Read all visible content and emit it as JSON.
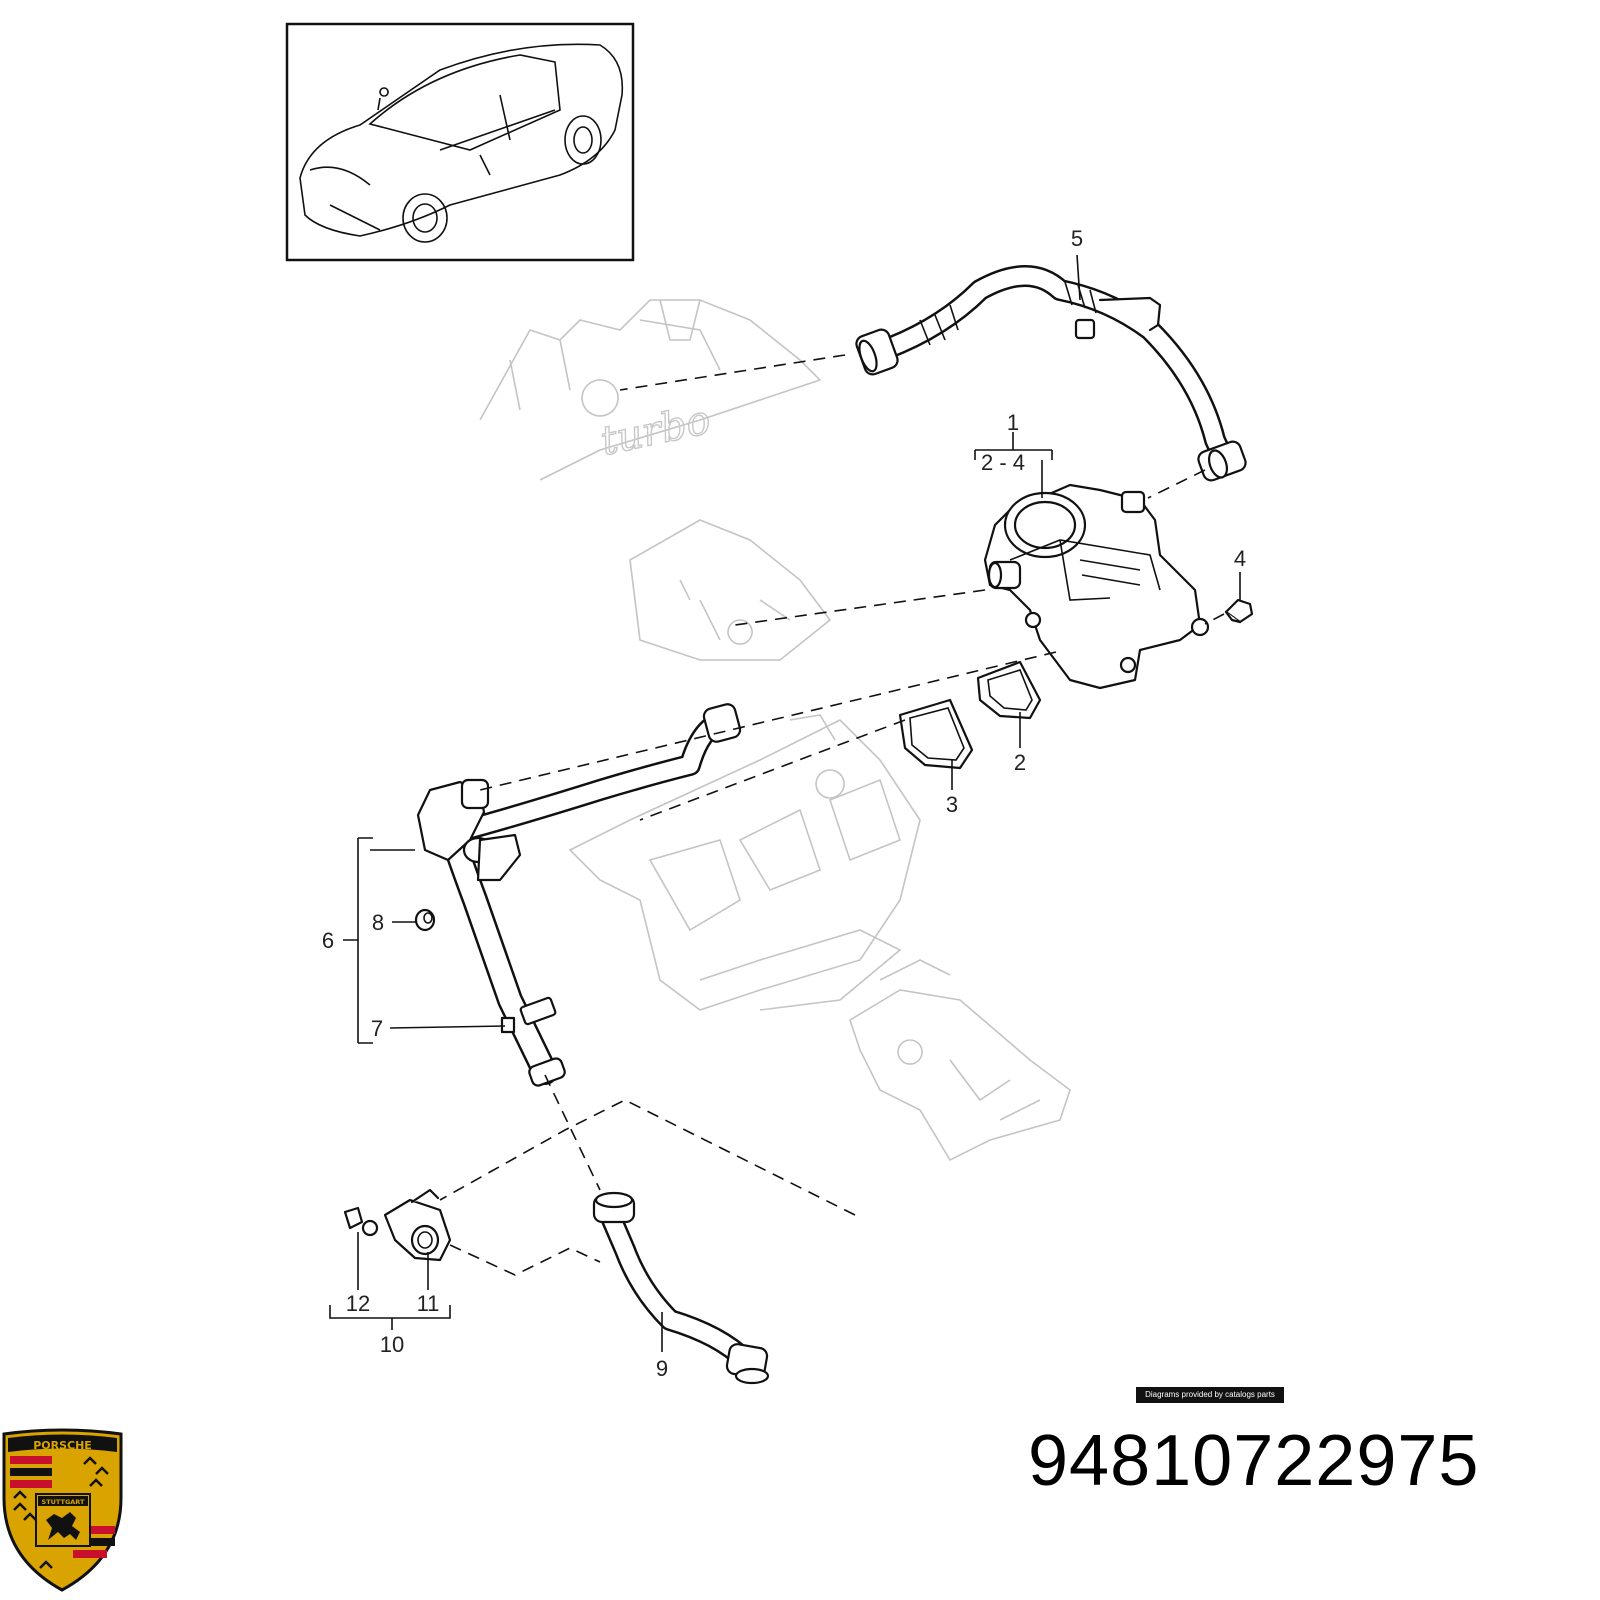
{
  "diagram": {
    "callouts": [
      {
        "id": "1",
        "label": "1"
      },
      {
        "id": "1-range",
        "label": "2 - 4"
      },
      {
        "id": "2",
        "label": "2"
      },
      {
        "id": "3",
        "label": "3"
      },
      {
        "id": "4",
        "label": "4"
      },
      {
        "id": "5",
        "label": "5"
      },
      {
        "id": "6",
        "label": "6"
      },
      {
        "id": "7",
        "label": "7"
      },
      {
        "id": "8",
        "label": "8"
      },
      {
        "id": "9",
        "label": "9"
      },
      {
        "id": "10",
        "label": "10"
      },
      {
        "id": "11",
        "label": "11"
      },
      {
        "id": "12",
        "label": "12"
      }
    ],
    "credit": "Diagrams provided by catalogs parts",
    "engine_script": "turbo"
  },
  "footer": {
    "part_number": "94810722975"
  },
  "logo": {
    "brand_text": "PORSCHE",
    "city_text": "STUTTGART",
    "colors": {
      "gold": "#d9a400",
      "red": "#c8102e",
      "black": "#111111"
    }
  }
}
